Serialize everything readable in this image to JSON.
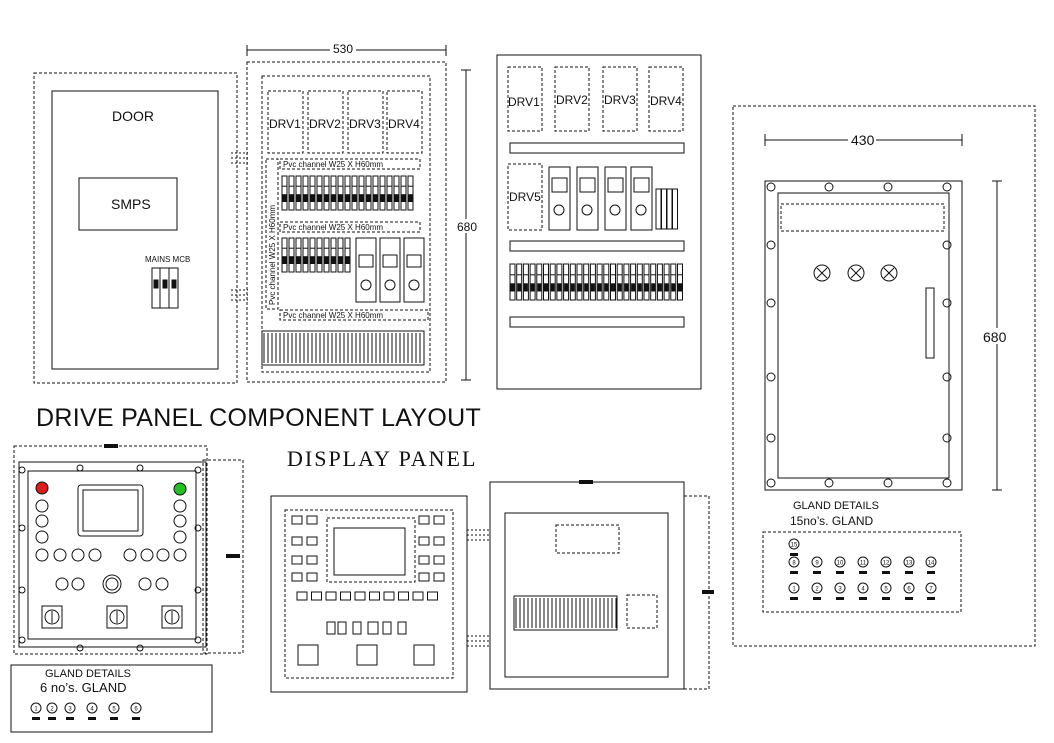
{
  "title": "DRIVE PANEL COMPONENT  LAYOUT",
  "subtitle": "DISPLAY  PANEL",
  "door_view": {
    "door_label": "DOOR",
    "smps_label": "SMPS",
    "mcb_label": "MAINS MCB"
  },
  "layout_view": {
    "width_dim": "530",
    "height_dim": "680",
    "drives": [
      "DRV1",
      "DRV2",
      "DRV3",
      "DRV4"
    ],
    "channel_h": "Pvc channel W25 X H60mm",
    "channel_v": "Pvc channel W25 X H60mm"
  },
  "side_view": {
    "drives_top": [
      "DRV1",
      "DRV2",
      "DRV3",
      "DRV4"
    ],
    "drive5": "DRV5"
  },
  "enclosure_view": {
    "width_dim": "430",
    "height_dim": "680",
    "gland_title": "GLAND DETAILS",
    "gland_count": "15no’s. GLAND",
    "gland_numbers": [
      "15",
      "8",
      "9",
      "10",
      "11",
      "12",
      "13",
      "14",
      "1",
      "2",
      "3",
      "4",
      "5",
      "6",
      "7"
    ]
  },
  "display_panel": {
    "gland_title": "GLAND DETAILS",
    "gland_count": "6 no’s. GLAND",
    "gland_numbers": [
      "1",
      "2",
      "3",
      "4",
      "5",
      "6"
    ],
    "indicator_colors": {
      "left": "#e01b1b",
      "right": "#22c022"
    }
  }
}
